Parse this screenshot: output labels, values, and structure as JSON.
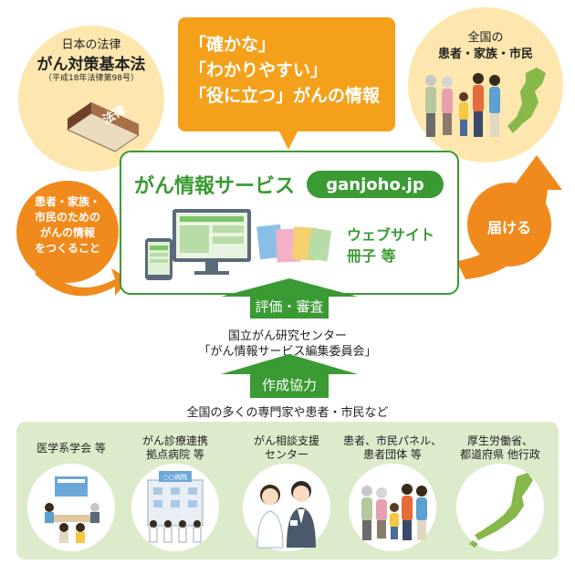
{
  "law": {
    "line1": "日本の法律",
    "line2": "がん対策基本法",
    "line3": "（平成18年法律第98号）",
    "book_label": "法律"
  },
  "bubble": {
    "line1": "「確かな」",
    "line2": "「わかりやすい」",
    "line3": "「役に立つ」がんの情報"
  },
  "people": {
    "line1": "全国の",
    "line2": "患者・家族・市民"
  },
  "left_step": {
    "line1": "患者・家族・",
    "line2": "市民のための",
    "line3": "がんの情報",
    "line4": "をつくること"
  },
  "right_step": {
    "label": "届ける"
  },
  "service": {
    "title": "がん情報サービス",
    "url": "ganjoho.jp",
    "media1": "ウェブサイト",
    "media2": "冊子 等"
  },
  "review": {
    "label": "評価・審査",
    "org_line1": "国立がん研究センター",
    "org_line2": "「がん情報サービス編集委員会」"
  },
  "cooperation": {
    "label": "作成協力",
    "caption": "全国の多くの専門家や患者・市民など"
  },
  "collaborators": [
    {
      "line1": "医学系学会 等",
      "line2": "",
      "sign": ""
    },
    {
      "line1": "がん診療連携",
      "line2": "拠点病院 等",
      "sign": "○○病院"
    },
    {
      "line1": "がん相談支援",
      "line2": "センター",
      "sign": ""
    },
    {
      "line1": "患者、市民パネル、",
      "line2": "患者団体 等",
      "sign": ""
    },
    {
      "line1": "厚生労働省、",
      "line2": "都道府県 他行政",
      "sign": ""
    }
  ],
  "colors": {
    "orange": "#f08a1c",
    "bubble_orange": "#f5a01a",
    "green": "#3a9a33",
    "cream": "#fde7ae",
    "panel_green": "#dceccb"
  }
}
